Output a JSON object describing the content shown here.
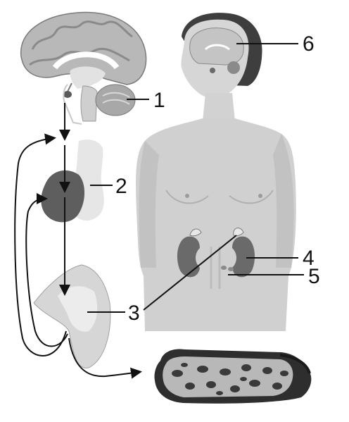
{
  "labels": {
    "l1": "1",
    "l2": "2",
    "l3": "3",
    "l4": "4",
    "l5": "5",
    "l6": "6"
  },
  "colors": {
    "skin": "#cfcfcf",
    "skin_light": "#e6e6e6",
    "brain": "#b8b8b8",
    "dark": "#4a4a4a",
    "hair": "#3e3e3e",
    "kidney": "#6a6a6a",
    "vessel": "#2e2e2e",
    "line": "#111111"
  }
}
